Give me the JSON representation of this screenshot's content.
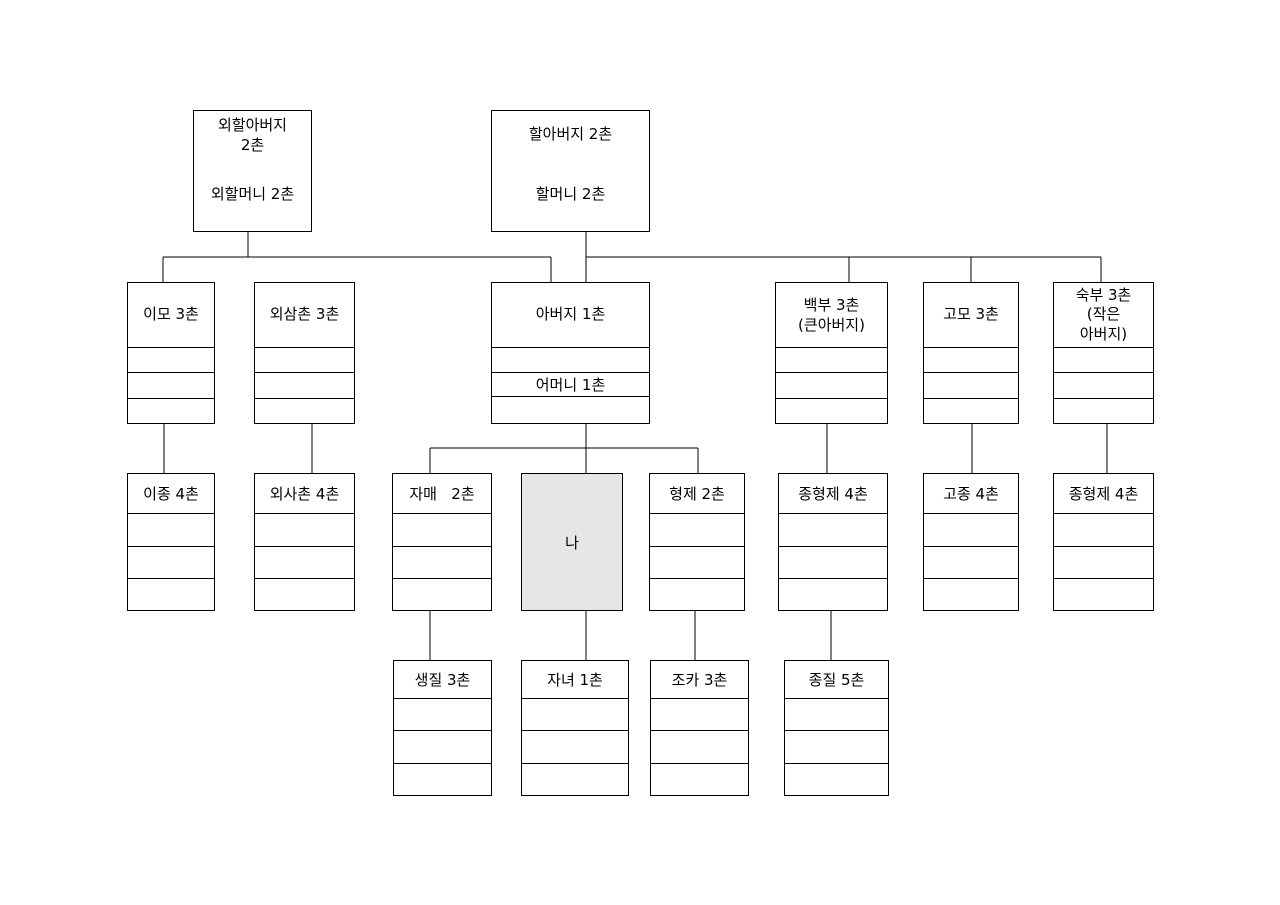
{
  "colors": {
    "line": "#000000",
    "background": "#ffffff",
    "me_fill": "#e6e6e6"
  },
  "nodes": {
    "maternal_grandfather": "외할아버지",
    "maternal_grandfather_chon": "2촌",
    "maternal_grandmother": "외할머니 2촌",
    "grandfather": "할아버지 2촌",
    "grandmother": "할머니 2촌",
    "imo": "이모 3촌",
    "oesamchon": "외삼촌 3촌",
    "father": "아버지 1촌",
    "mother": "어머니 1촌",
    "baekbu": "백부 3촌",
    "baekbu_sub": "(큰아버지)",
    "gomo": "고모 3촌",
    "sukbu": "숙부 3촌",
    "sukbu_sub1": "(작은",
    "sukbu_sub2": "아버지)",
    "ijong": "이종 4촌",
    "oesachon": "외사촌 4촌",
    "jamae": "자매   2촌",
    "na": "나",
    "hyeongje": "형제 2촌",
    "jonghyeongje_1": "종형제 4촌",
    "gojong": "고종 4촌",
    "jonghyeongje_2": "종형제 4촌",
    "saengjil": "생질 3촌",
    "janyeo": "자녀 1촌",
    "joka": "조카 3촌",
    "jongjil": "종질 5촌"
  }
}
